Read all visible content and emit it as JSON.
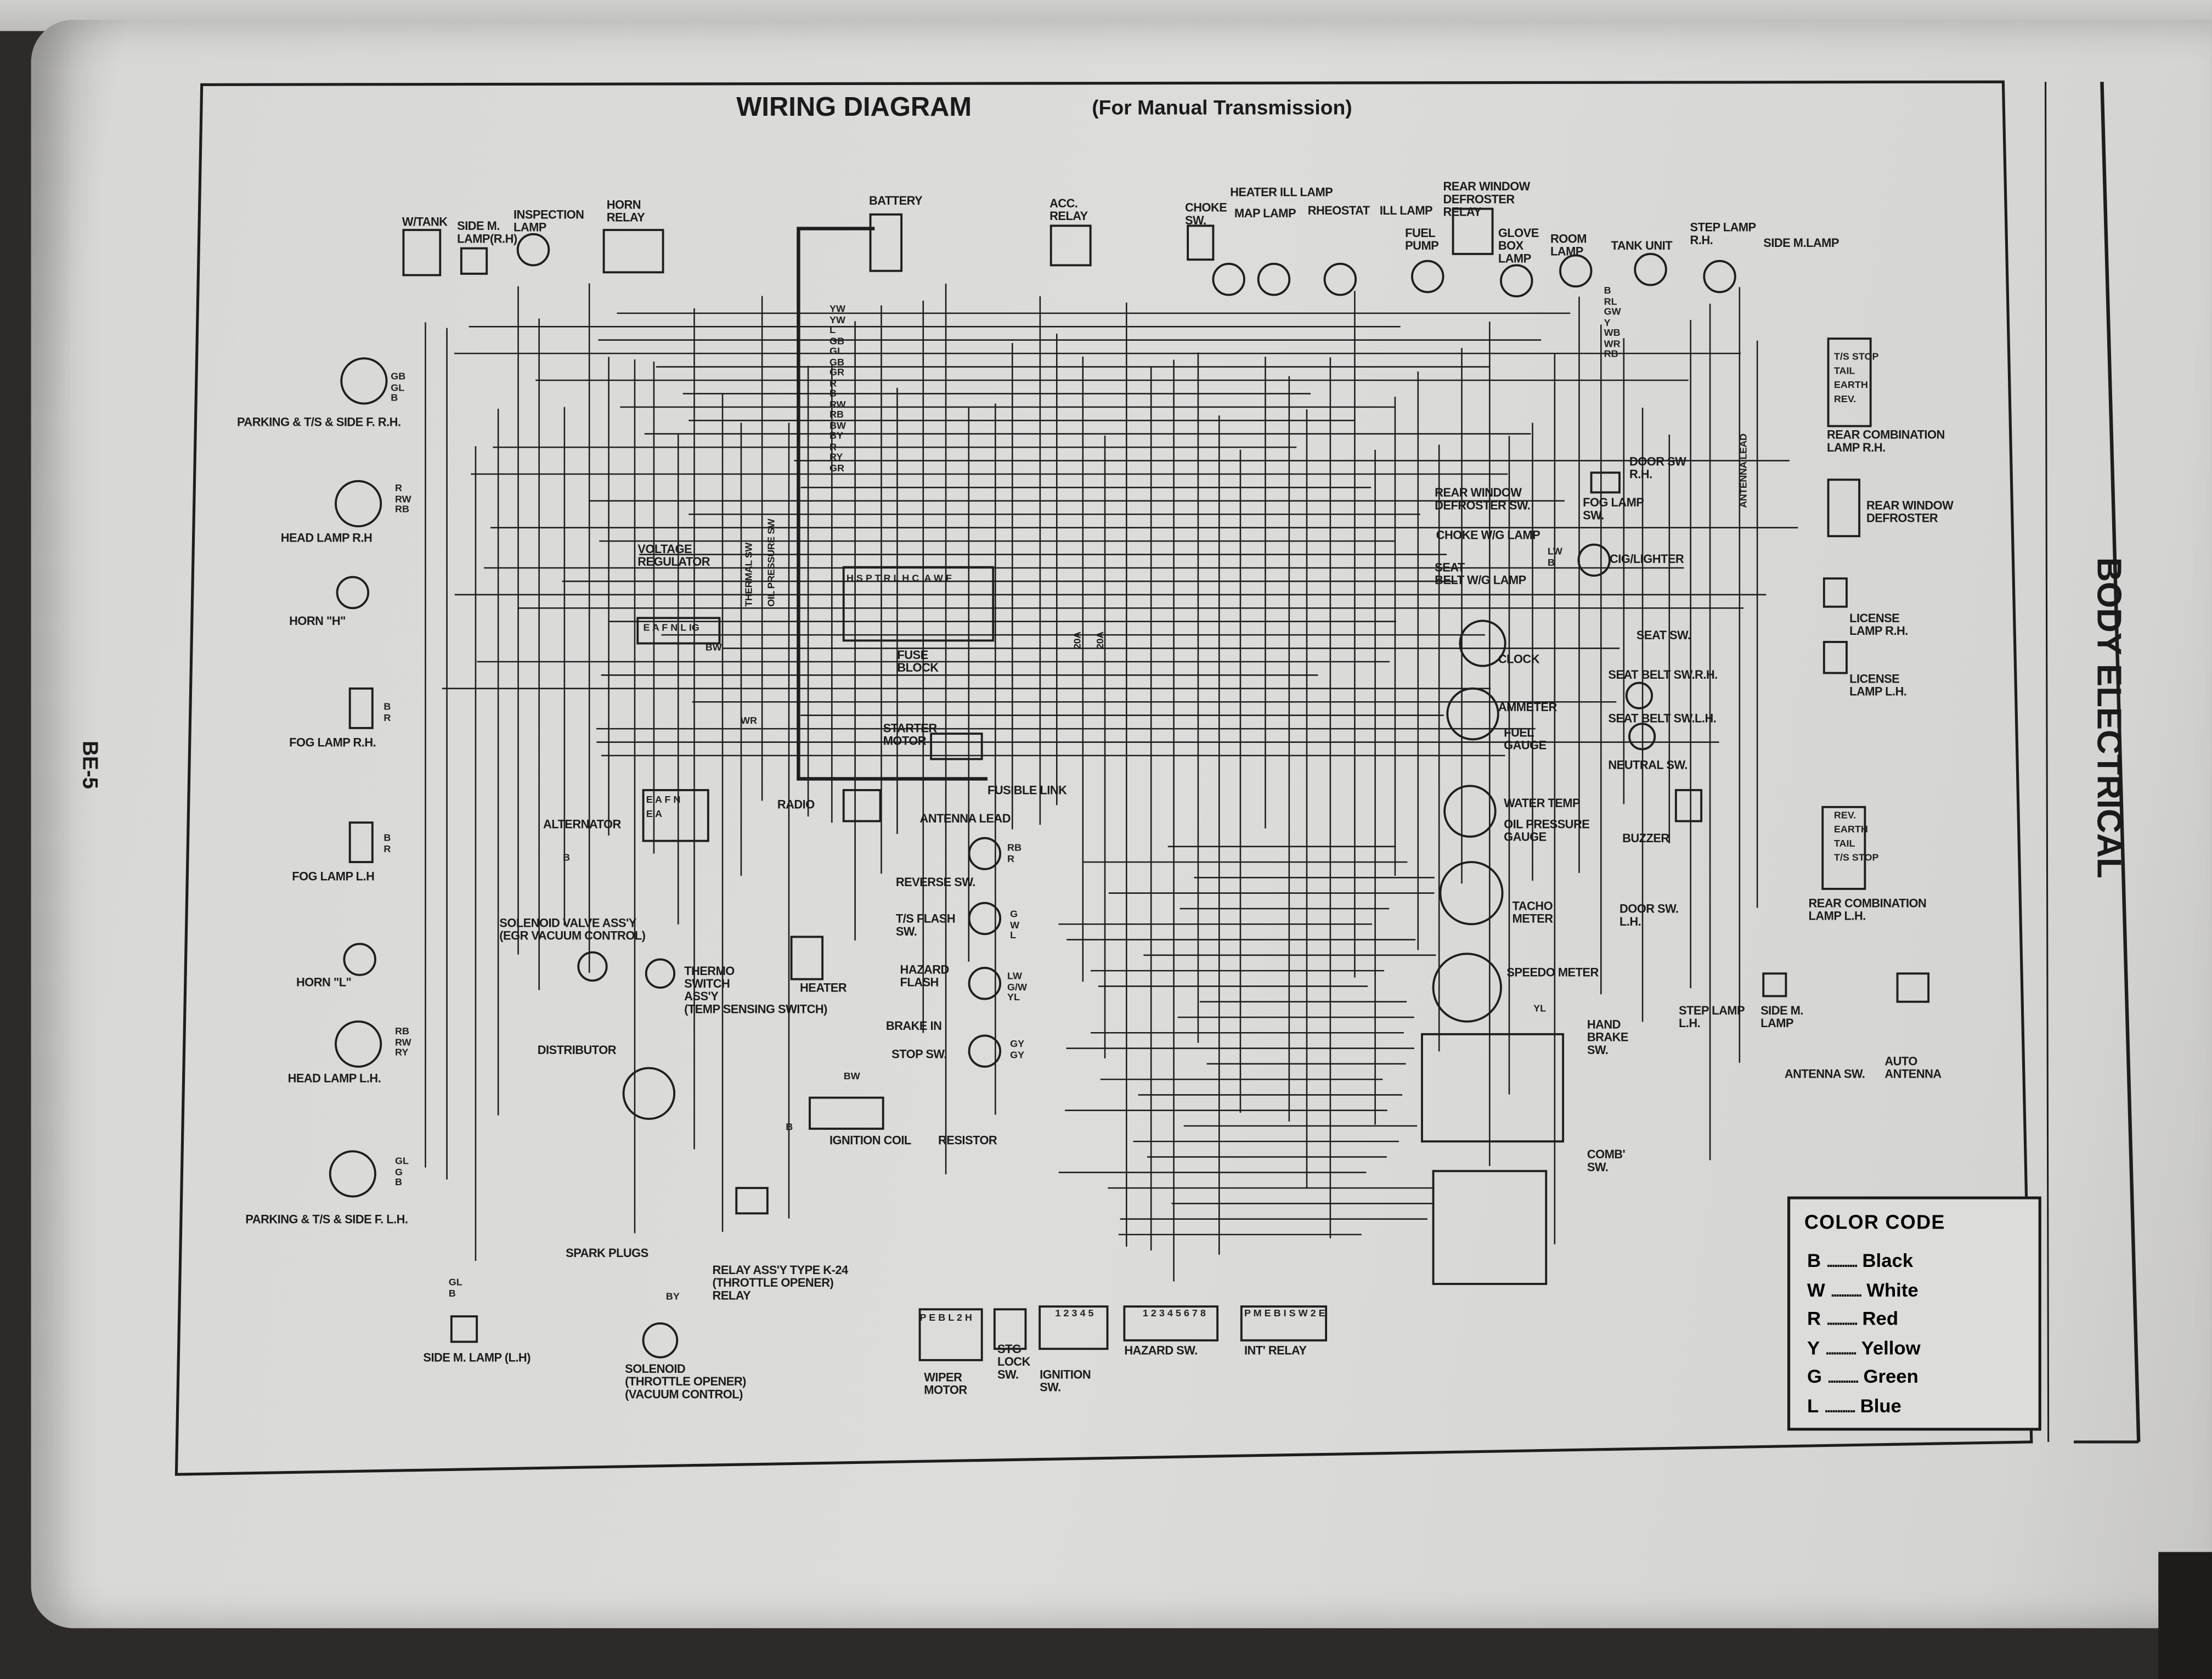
{
  "page_number": "BE-5",
  "section_title": "BODY ELECTRICAL",
  "title": {
    "main": "WIRING DIAGRAM",
    "sub": "(For Manual Transmission)"
  },
  "components": {
    "w_tank": "W/TANK",
    "side_m_lamp_rh_top": "SIDE M.\nLAMP(R.H)",
    "inspection_lamp": "INSPECTION\nLAMP",
    "horn_relay": "HORN\nRELAY",
    "battery": "BATTERY",
    "acc_relay": "ACC.\nRELAY",
    "choke_sw": "CHOKE\nSW.",
    "heater_ill_lamp": "HEATER ILL LAMP",
    "map_lamp": "MAP LAMP",
    "rheostat": "RHEOSTAT",
    "ill_lamp": "ILL LAMP",
    "rear_window_defroster_relay": "REAR WINDOW\nDEFROSTER\nRELAY",
    "fuel_pump": "FUEL\nPUMP",
    "glove_box_lamp": "GLOVE\nBOX\nLAMP",
    "room_lamp": "ROOM\nLAMP",
    "tank_unit": "TANK UNIT",
    "step_lamp_rh": "STEP LAMP\nR.H.",
    "side_m_lamp_top_right": "SIDE M.LAMP",
    "parking_rh": "PARKING & T/S & SIDE F. R.H.",
    "head_lamp_rh": "HEAD LAMP R.H",
    "horn_h": "HORN \"H\"",
    "fog_lamp_rh": "FOG LAMP R.H.",
    "fog_lamp_lh": "FOG LAMP L.H",
    "horn_l": "HORN \"L\"",
    "head_lamp_lh": "HEAD LAMP L.H.",
    "parking_lh": "PARKING & T/S & SIDE F. L.H.",
    "side_m_lamp_lh": "SIDE M. LAMP (L.H)",
    "voltage_regulator": "VOLTAGE\nREGULATOR",
    "alternator": "ALTERNATOR",
    "thermal_sw": "THERMAL SW",
    "oil_pressure_sw": "OIL PRESSURE SW",
    "fuse_block": "FUSE\nBLOCK",
    "starter_motor": "STARTER\nMOTOR",
    "fusible_link": "FUSIBLE LINK",
    "radio": "RADIO",
    "antenna_lead": "ANTENNA LEAD",
    "solenoid_valve": "SOLENOID VALVE ASS'Y\n(EGR VACUUM CONTROL)",
    "thermo_switch": "THERMO\nSWITCH\nASS'Y\n(TEMP SENSING SWITCH)",
    "heater": "HEATER",
    "distributor": "DISTRIBUTOR",
    "ignition_coil": "IGNITION COIL",
    "resistor": "RESISTOR",
    "spark_plugs": "SPARK PLUGS",
    "relay_k24": "RELAY ASS'Y TYPE K-24\n(THROTTLE OPENER)\nRELAY",
    "solenoid_throttle": "SOLENOID\n(THROTTLE OPENER)\n(VACUUM CONTROL)",
    "wiper_motor": "WIPER\nMOTOR",
    "stg_lock_sw": "STG\nLOCK\nSW.",
    "ignition_sw": "IGNITION\nSW.",
    "hazard_sw": "HAZARD SW.",
    "int_relay": "INT' RELAY",
    "reverse_sw": "REVERSE SW.",
    "ts_flash_sw": "T/S FLASH\nSW.",
    "hazard_flash": "HAZARD\nFLASH",
    "brake_in": "BRAKE IN",
    "stop_sw": "STOP SW.",
    "fuse_20a_1": "20A",
    "fuse_20a_2": "20A",
    "rear_window_defroster_sw": "REAR WINDOW\nDEFROSTER SW.",
    "choke_wg_lamp": "CHOKE W/G LAMP",
    "seat_belt_wg_lamp": "SEAT\nBELT W/G LAMP",
    "clock": "CLOCK",
    "ammeter": "AMMETER",
    "fuel_gauge": "FUEL\nGAUGE",
    "water_temp": "WATER TEMP",
    "oil_pressure_gauge": "OIL PRESSURE\nGAUGE",
    "tacho_meter": "TACHO\nMETER",
    "speedo_meter": "SPEEDO METER",
    "hand_brake_sw": "HAND\nBRAKE\nSW.",
    "comb_sw": "COMB'\nSW.",
    "fog_lamp_sw": "FOG LAMP\nSW.",
    "cig_lighter": "CIG/LIGHTER",
    "door_sw_rh": "DOOR SW\nR.H.",
    "seat_sw": "SEAT SW.",
    "seat_belt_sw_rh": "SEAT BELT SW.R.H.",
    "seat_belt_sw_lh": "SEAT BELT SW.L.H.",
    "neutral_sw": "NEUTRAL SW.",
    "buzzer": "BUZZER",
    "door_sw_lh": "DOOR SW.\nL.H.",
    "step_lamp_lh": "STEP LAMP\nL.H.",
    "side_m_lamp_bottom_right": "SIDE M.\nLAMP",
    "rear_comb_lamp_rh": "REAR COMBINATION\nLAMP R.H.",
    "rear_window_defroster": "REAR WINDOW\nDEFROSTER",
    "license_lamp_rh": "LICENSE\nLAMP R.H.",
    "license_lamp_lh": "LICENSE\nLAMP L.H.",
    "rear_comb_lamp_lh": "REAR COMBINATION\nLAMP L.H.",
    "antenna_sw": "ANTENNA SW.",
    "auto_antenna": "AUTO\nANTENNA",
    "antenna_lead_vertical": "ANTENNA LEAD"
  },
  "terminal_labels": {
    "rear_comb_rh": "T/S STOP\nTAIL\nEARTH\nREV.",
    "rear_comb_lh": "REV.\nEARTH\nTAIL\nT/S STOP",
    "voltage_reg_terminals": "E A F N L IG",
    "alternator_terminals": "E A F N\nE A",
    "fuse_block_terminals": "H S P T R L H C  A W F",
    "ignition_sw_terminals": "1 2 3 4 5",
    "hazard_sw_terminals": "1 2 3 4 5 6 7 8",
    "int_relay_terminals": "P M E B I S W 2 E",
    "wiper_motor_terminals": "P E B L 2 H"
  },
  "wire_codes": {
    "parking_rh": "GB\nGL\nB",
    "head_lamp_rh": "R\nRW\nRB",
    "fog_lamp_rh": "B\nR",
    "fog_lamp_lh": "B\nR",
    "head_lamp_lh": "RB\nRW\nRY",
    "parking_lh": "GL\nG\nB",
    "battery_bus": "YW\nYW\nL\nGB\nGL\nGB\nGR\nR\nB\nRW\nRB\nBW\nBY\nR\nRY\nGR",
    "room_lamp": "B\nRL\nGW\nY\nWB\nWR\nRB",
    "reverse_sw": "RB\nR",
    "ts_flash": "G\nW\nL",
    "hazard_flash": "LW\nG/W\nYL",
    "stop_sw": "GY\nGY",
    "cig_lighter": "LW\nB",
    "hand_brake": "YL",
    "side_lamp_lh": "GL\nB",
    "solenoid_wire": "BY",
    "ignition_coil_bw": "BW",
    "ignition_coil_b": "B",
    "alt_b": "B",
    "reg_wr": "WR",
    "reg_bw": "BW"
  },
  "color_code": {
    "title": "COLOR CODE",
    "entries": [
      {
        "code": "B",
        "name": "Black"
      },
      {
        "code": "W",
        "name": "White"
      },
      {
        "code": "R",
        "name": "Red"
      },
      {
        "code": "Y",
        "name": "Yellow"
      },
      {
        "code": "G",
        "name": "Green"
      },
      {
        "code": "L",
        "name": "Blue"
      }
    ],
    "dots": "............"
  }
}
